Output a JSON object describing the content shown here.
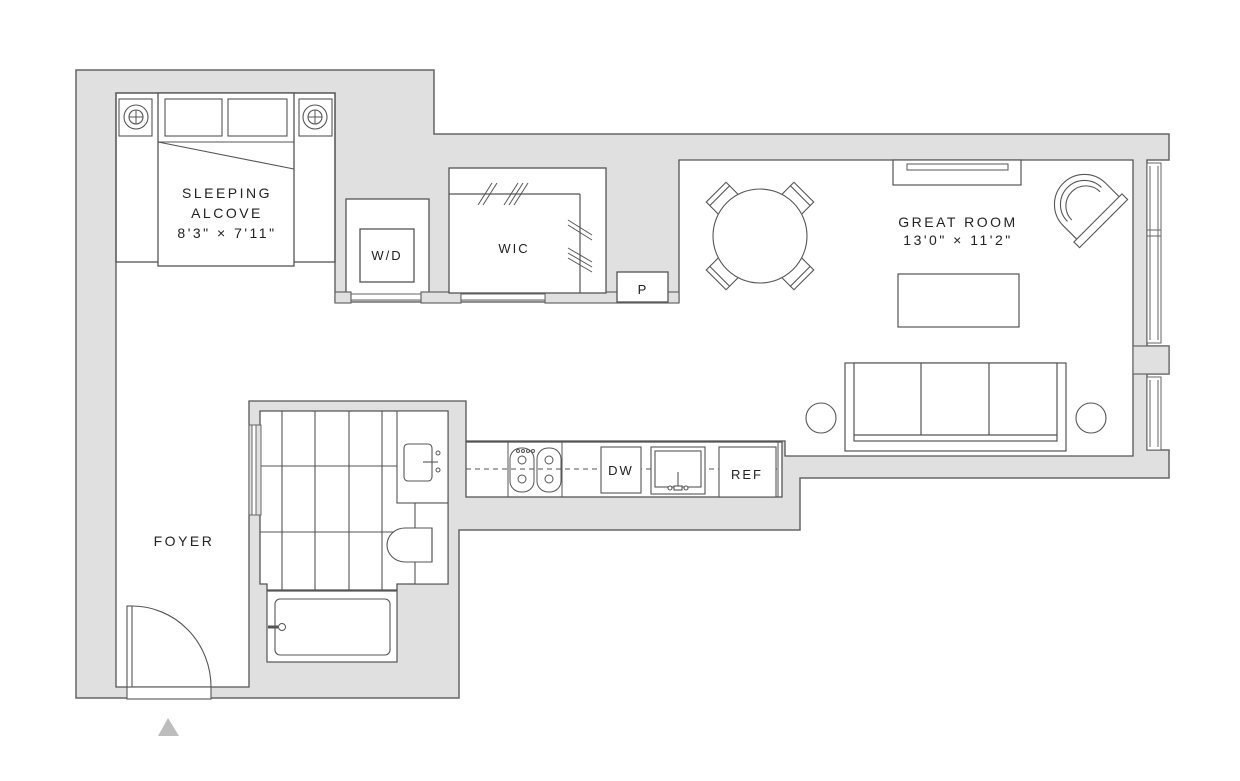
{
  "colors": {
    "wall_fill": "#e0e0e0",
    "line": "#555555",
    "background": "#ffffff",
    "entry_marker": "#bdbdbd"
  },
  "rooms": {
    "sleeping_alcove": {
      "name_line1": "SLEEPING",
      "name_line2": "ALCOVE",
      "dimensions": "8'3\" × 7'11\""
    },
    "great_room": {
      "name": "GREAT ROOM",
      "dimensions": "13'0\" × 11'2\""
    },
    "foyer": {
      "name": "FOYER"
    },
    "wic": {
      "name": "WIC"
    },
    "laundry": {
      "name": "W/D"
    },
    "pantry": {
      "name": "P"
    }
  },
  "appliances": {
    "dishwasher": "DW",
    "refrigerator": "REF"
  },
  "entry_marker": {
    "icon": "triangle-up-icon"
  }
}
